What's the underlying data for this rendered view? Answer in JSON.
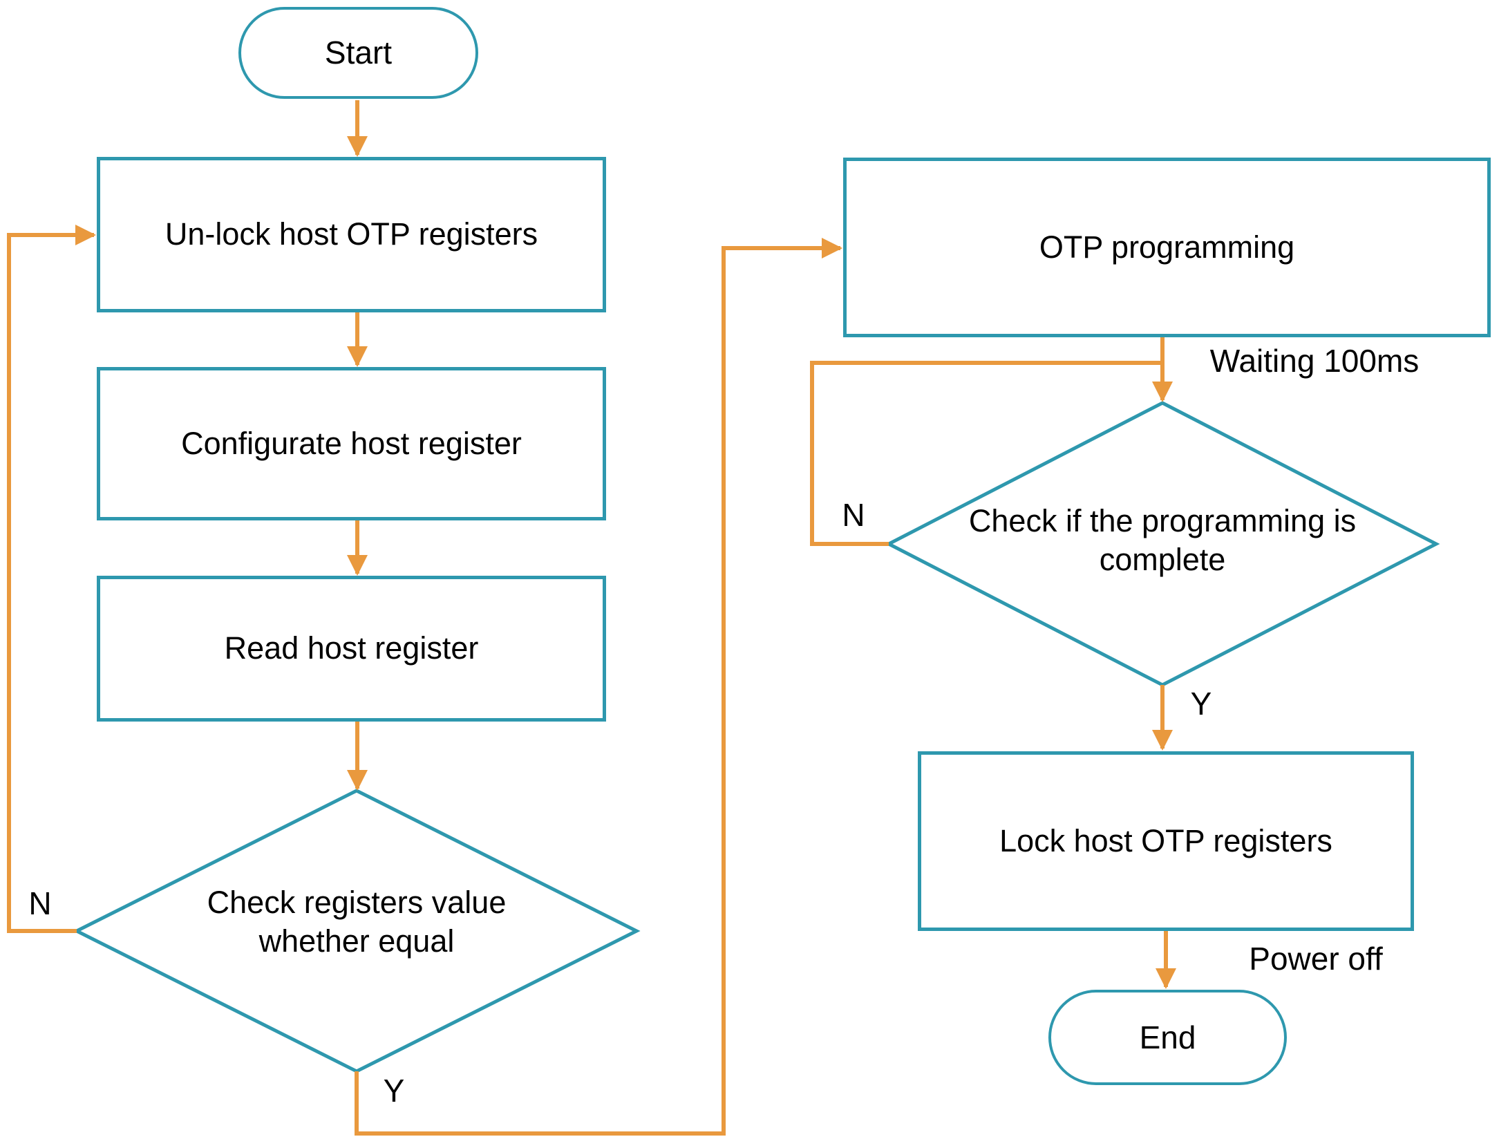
{
  "diagram": {
    "type": "flowchart",
    "background": "#FFFFFF",
    "colors": {
      "shape_border": "#2E98AE",
      "arrow": "#E9993E",
      "text": "#000000"
    },
    "nodes": {
      "start": {
        "shape": "stadium",
        "label": "Start"
      },
      "unlock": {
        "shape": "rect",
        "label": "Un-lock host OTP registers"
      },
      "configurate": {
        "shape": "rect",
        "label": "Configurate host register"
      },
      "read": {
        "shape": "rect",
        "label": "Read host register"
      },
      "check_equal": {
        "shape": "diamond",
        "label": "Check registers value whether equal"
      },
      "otp_programming": {
        "shape": "rect",
        "label": "OTP programming"
      },
      "check_complete": {
        "shape": "diamond",
        "label": "Check if the programming is complete"
      },
      "lock": {
        "shape": "rect",
        "label": "Lock host OTP registers"
      },
      "end": {
        "shape": "stadium",
        "label": "End"
      }
    },
    "edges": [
      {
        "from": "start",
        "to": "unlock"
      },
      {
        "from": "unlock",
        "to": "configurate"
      },
      {
        "from": "configurate",
        "to": "read"
      },
      {
        "from": "read",
        "to": "check_equal"
      },
      {
        "from": "check_equal",
        "to": "unlock",
        "label": "N"
      },
      {
        "from": "check_equal",
        "to": "otp_programming",
        "label": "Y"
      },
      {
        "from": "otp_programming",
        "to": "check_complete",
        "label": "Waiting 100ms"
      },
      {
        "from": "check_complete",
        "to": "otp_programming_wait_loop",
        "label": "N"
      },
      {
        "from": "check_complete",
        "to": "lock",
        "label": "Y"
      },
      {
        "from": "lock",
        "to": "end",
        "label": "Power off"
      }
    ],
    "edge_labels": {
      "n1": "N",
      "y1": "Y",
      "n2": "N",
      "y2": "Y",
      "waiting": "Waiting 100ms",
      "power_off": "Power off"
    }
  }
}
